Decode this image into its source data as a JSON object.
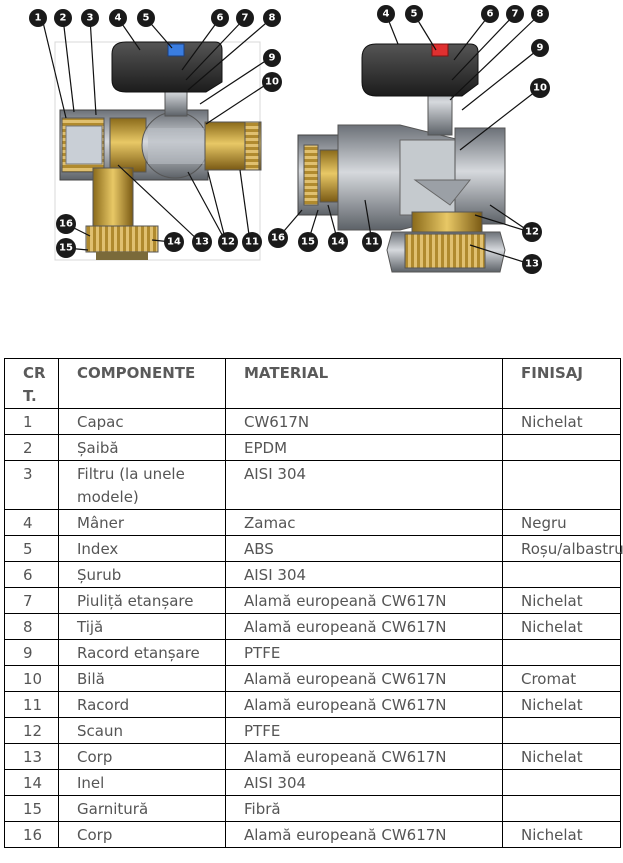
{
  "figure": {
    "left_callouts": [
      "1",
      "2",
      "3",
      "4",
      "5",
      "6",
      "7",
      "8",
      "9",
      "10",
      "11",
      "12",
      "13",
      "14",
      "15",
      "16"
    ],
    "right_callouts": [
      "4",
      "5",
      "6",
      "7",
      "8",
      "9",
      "10",
      "11",
      "12",
      "13",
      "14",
      "15",
      "16"
    ],
    "colors": {
      "brass": "#c8a43c",
      "steel": "#9ea3a9",
      "handle": "#2b2b2b",
      "blue_index": "#3a7de0",
      "red_index": "#e03030"
    }
  },
  "table": {
    "headers": [
      "CR T.",
      "COMPONENTE",
      "MATERIAL",
      "FINISAJ"
    ],
    "rows": [
      [
        "1",
        "Capac",
        "CW617N",
        "Nichelat"
      ],
      [
        "2",
        "Șaibă",
        "EPDM",
        ""
      ],
      [
        "3",
        "Filtru (la unele modele)",
        "AISI 304",
        ""
      ],
      [
        "4",
        " Mâner",
        "Zamac",
        "Negru"
      ],
      [
        "5",
        " Index",
        "ABS",
        "Roșu/albastru"
      ],
      [
        "6",
        "Șurub",
        "AISI 304",
        ""
      ],
      [
        "7",
        "Piuliță etanșare",
        "Alamă europeană CW617N",
        "Nichelat"
      ],
      [
        "8",
        "Tijă",
        "Alamă europeană CW617N",
        "Nichelat"
      ],
      [
        "9",
        "Racord etanșare",
        "PTFE",
        ""
      ],
      [
        "10",
        "Bilă",
        "Alamă europeană CW617N",
        "Cromat"
      ],
      [
        "11",
        "Racord",
        "Alamă europeană CW617N",
        "Nichelat"
      ],
      [
        "12",
        "Scaun",
        "PTFE",
        ""
      ],
      [
        "13",
        "Corp",
        "Alamă europeană CW617N",
        "Nichelat"
      ],
      [
        "14",
        "Inel",
        "AISI 304",
        ""
      ],
      [
        "15",
        "Garnitură",
        "Fibră",
        ""
      ],
      [
        "16",
        "Corp",
        "Alamă europeană CW617N",
        "Nichelat"
      ]
    ]
  }
}
